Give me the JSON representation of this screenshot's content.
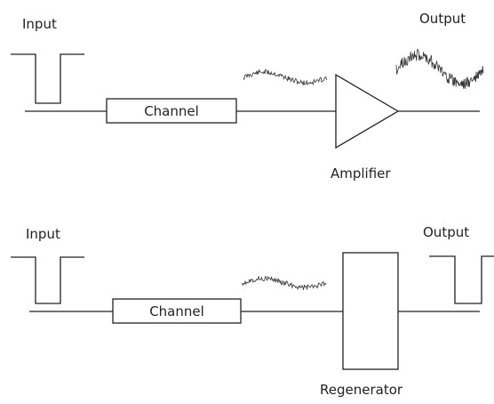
{
  "top": {
    "input_label": "Input",
    "output_label": "Output",
    "channel_label": "Channel",
    "device_label": "Amplifier"
  },
  "bottom": {
    "input_label": "Input",
    "output_label": "Output",
    "channel_label": "Channel",
    "device_label": "Regenerator"
  }
}
